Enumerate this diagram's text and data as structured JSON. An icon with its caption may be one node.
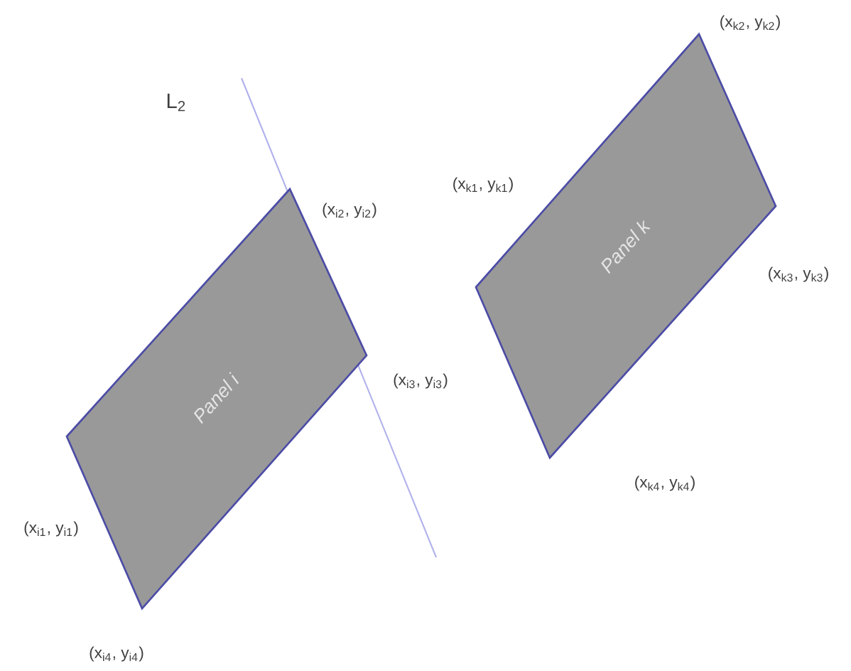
{
  "diagram": {
    "nodes": [
      {
        "text": [
          "*Panel i*"
        ]
      },
      {
        "text": [
          "*Panel k*"
        ]
      }
    ],
    "labels": [
      "L$_{2}$",
      "(x$_{i2}$, y$_{i2}$)",
      "(x$_{i3}$, y$_{i3}$)",
      "(x$_{i1}$, y$_{i1}$)",
      "(x$_{i4}$, y$_{i4}$)",
      "(x$_{k2}$, y$_{k2}$)",
      "(x$_{k1}$, y$_{k1}$)",
      "(x$_{k3}$, y$_{k3}$)",
      "(x$_{k4}$, y$_{k4}$)"
    ]
  }
}
